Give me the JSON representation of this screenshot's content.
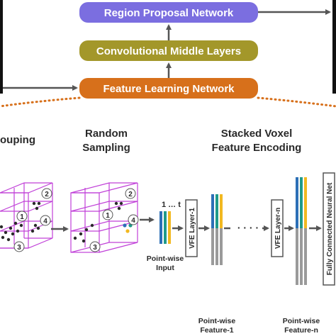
{
  "pipeline": {
    "region_proposal": "Region Proposal Network",
    "conv_middle": "Convolutional Middle Layers",
    "feature_learning": "Feature Learning Network"
  },
  "stages": {
    "grouping": "ouping",
    "random_sampling_line1": "Random",
    "random_sampling_line2": "Sampling",
    "svfe_line1": "Stacked Voxel",
    "svfe_line2": "Feature Encoding"
  },
  "markers": [
    "1",
    "2",
    "3",
    "4"
  ],
  "point_input": {
    "range": "1 … t",
    "label_line1": "Point-wise",
    "label_line2": "Input"
  },
  "vfe_layer_1": "VFE Layer-1",
  "vfe_layer_n": "VFE Layer-n",
  "feature_1": {
    "line1": "Point-wise",
    "line2": "Feature-1"
  },
  "feature_n": {
    "line1": "Point-wise",
    "line2": "Feature-n"
  },
  "ellipsis": "· · · ·",
  "fcn": "Fully Connected Neural Net",
  "colors": {
    "rpn_box": "#7b6ee0",
    "cml_box": "#a3972a",
    "fln_box": "#d7701b",
    "voxel_grid": "#c040d8",
    "bar_blue": "#2c6fb6",
    "bar_teal": "#1f9a8a",
    "bar_yellow": "#f2b820",
    "bar_gray": "#9a9a9a"
  }
}
